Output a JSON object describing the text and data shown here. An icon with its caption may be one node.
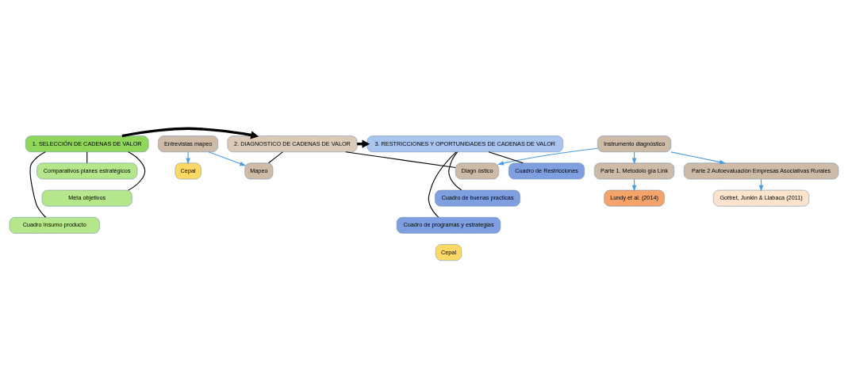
{
  "diagram": {
    "nodes": [
      {
        "text": [
          "1. SELECCIÓN DE CADENAS DE VALOR"
        ]
      },
      {
        "text": [
          "Comparativos planes estratégicos"
        ]
      },
      {
        "text": [
          "Meta objetivos"
        ]
      },
      {
        "text": [
          "Cuadro Insumo producto"
        ]
      },
      {
        "text": [
          "2. DIAGNOSTICO DE CADENAS DE VALOR"
        ]
      },
      {
        "text": [
          "Mapeo"
        ]
      },
      {
        "text": [
          "Entrevistas mapeo"
        ]
      },
      {
        "text": [
          "Cepal"
        ]
      },
      {
        "text": [
          "Diagn óstico"
        ]
      },
      {
        "text": [
          "Instrumento diagnóstico"
        ]
      },
      {
        "text": [
          "Parte 1. Metodolo gía Link"
        ]
      },
      {
        "text": [
          "Parte 2 Autoevaluación Empresas Asociativas Rurales"
        ]
      },
      {
        "text": [
          "Lundy et al. (2014)"
        ]
      },
      {
        "text": [
          "Gottret, Junkin & Llabaca (2011)"
        ]
      },
      {
        "text": [
          "3. RESTRICCIONES Y OPORTUNIDADES DE CADENAS DE VALOR"
        ]
      },
      {
        "text": [
          "Cuadro de Restricciones"
        ]
      },
      {
        "text": [
          "Cuadro de buenas practicas"
        ]
      },
      {
        "text": [
          "Cuadro de programas y estrategias"
        ]
      },
      {
        "text": [
          "Cepal"
        ]
      }
    ],
    "edges": [
      {
        "from": 0,
        "to": 4,
        "arrow": "to",
        "style": "thick"
      },
      {
        "from": 4,
        "to": 14,
        "arrow": "to",
        "style": "thick"
      },
      {
        "from": 0,
        "to": 1,
        "arrow": "none"
      },
      {
        "from": 0,
        "to": 2,
        "arrow": "none"
      },
      {
        "from": 0,
        "to": 3,
        "arrow": "none"
      },
      {
        "from": 4,
        "to": 5,
        "arrow": "none"
      },
      {
        "from": 4,
        "to": 8,
        "arrow": "none"
      },
      {
        "from": 6,
        "to": 5,
        "arrow": "to",
        "color": "#4a9be0"
      },
      {
        "from": 6,
        "to": 7,
        "arrow": "to",
        "color": "#4a9be0"
      },
      {
        "from": 9,
        "to": 8,
        "arrow": "to",
        "color": "#4a9be0"
      },
      {
        "from": 9,
        "to": 10,
        "arrow": "to",
        "color": "#4a9be0"
      },
      {
        "from": 9,
        "to": 11,
        "arrow": "to",
        "color": "#4a9be0"
      },
      {
        "from": 10,
        "to": 12,
        "arrow": "to",
        "color": "#4a9be0"
      },
      {
        "from": 11,
        "to": 13,
        "arrow": "to",
        "color": "#4a9be0"
      },
      {
        "from": 14,
        "to": 15,
        "arrow": "none"
      },
      {
        "from": 14,
        "to": 16,
        "arrow": "none"
      },
      {
        "from": 14,
        "to": 17,
        "arrow": "none"
      }
    ]
  }
}
